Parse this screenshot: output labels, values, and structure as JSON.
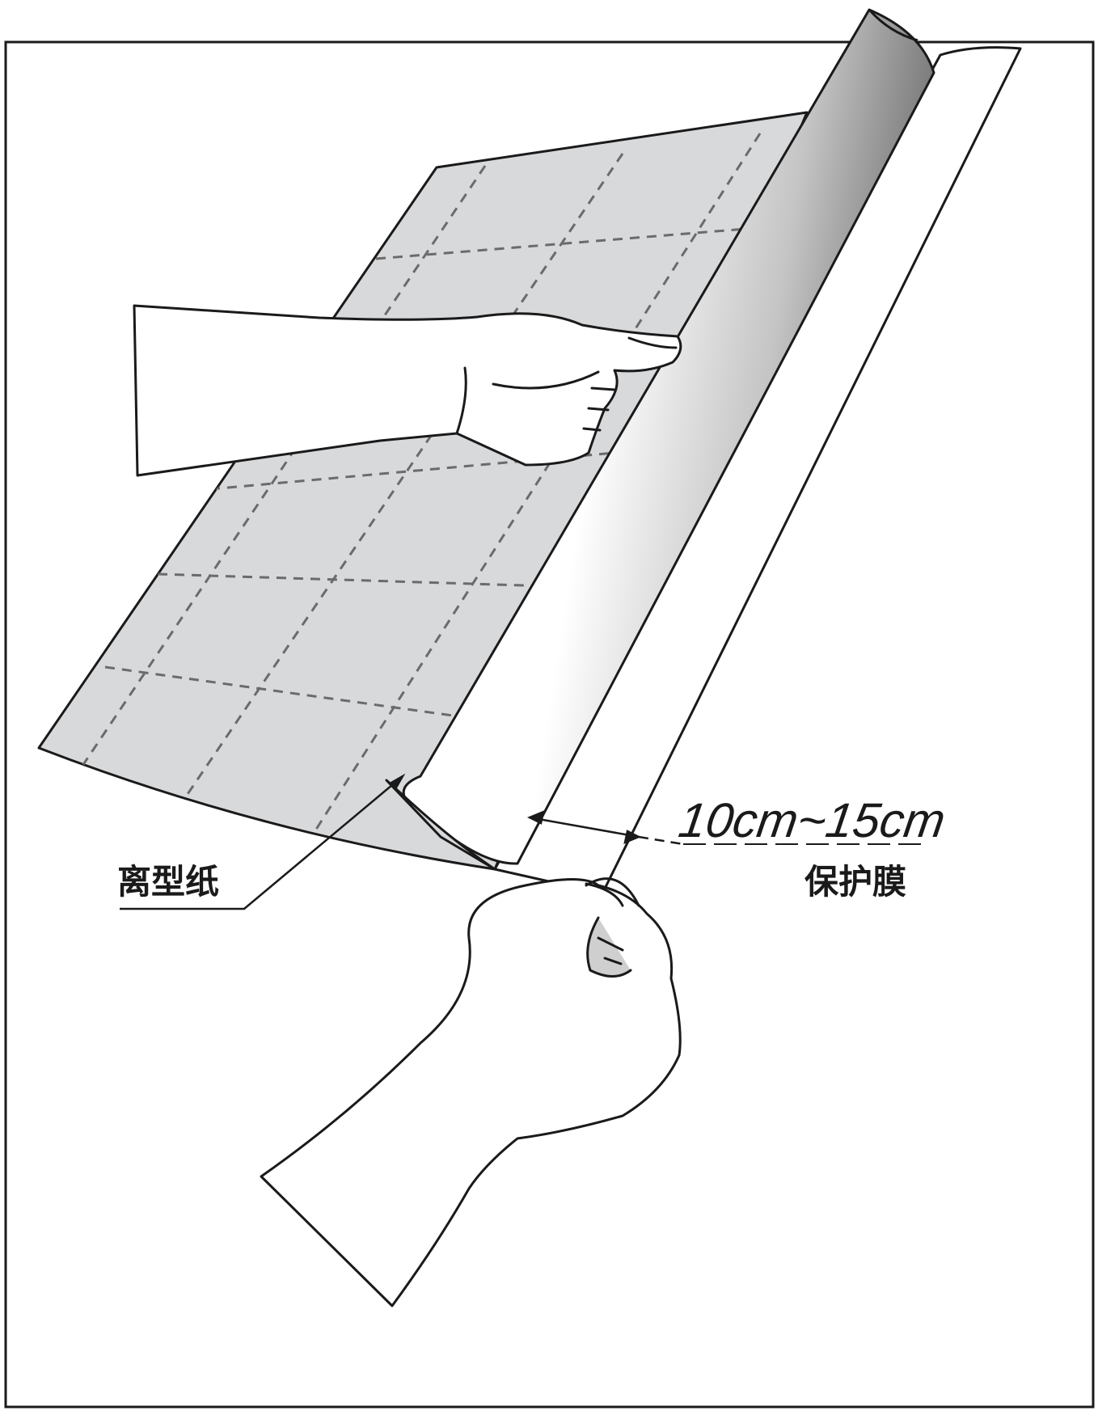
{
  "labels": {
    "release_paper": "离型纸",
    "protective_film": "保护膜",
    "dimension": "10cm~15cm"
  },
  "colors": {
    "line": "#1a1a1a",
    "release_paper_fill": "#d8d9db",
    "grid_dash": "#6b6b6b",
    "roll_dark": "#7a7a7a",
    "roll_light": "#ffffff",
    "background": "#ffffff"
  }
}
